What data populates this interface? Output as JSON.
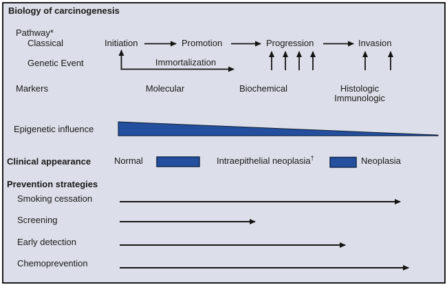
{
  "figure": {
    "title": "Biology of carcinogenesis"
  },
  "pathway": {
    "label": "Pathway*",
    "classical_label": "Classical",
    "genetic_event_label": "Genetic Event",
    "stages": [
      "Initiation",
      "Promotion",
      "Progression",
      "Invasion"
    ],
    "immortalization": "Immortalization"
  },
  "markers": {
    "label": "Markers",
    "items": [
      "Molecular",
      "Biochemical",
      "Histologic",
      "Immunologic"
    ]
  },
  "epigenetic_influence": {
    "label": "Epigenetic influence"
  },
  "clinical_appearance": {
    "label": "Clinical appearance",
    "states": [
      "Normal",
      "Intraepithelial neoplasia",
      "Neoplasia"
    ],
    "dagger": "†"
  },
  "prevention": {
    "label": "Prevention strategies",
    "items": [
      "Smoking cessation",
      "Screening",
      "Early detection",
      "Chemoprevention"
    ]
  },
  "colors": {
    "accent_navy": "#234f9e",
    "background": "#dcdfe9",
    "frame_border": "#1b1b1b",
    "arrow": "#141414"
  }
}
